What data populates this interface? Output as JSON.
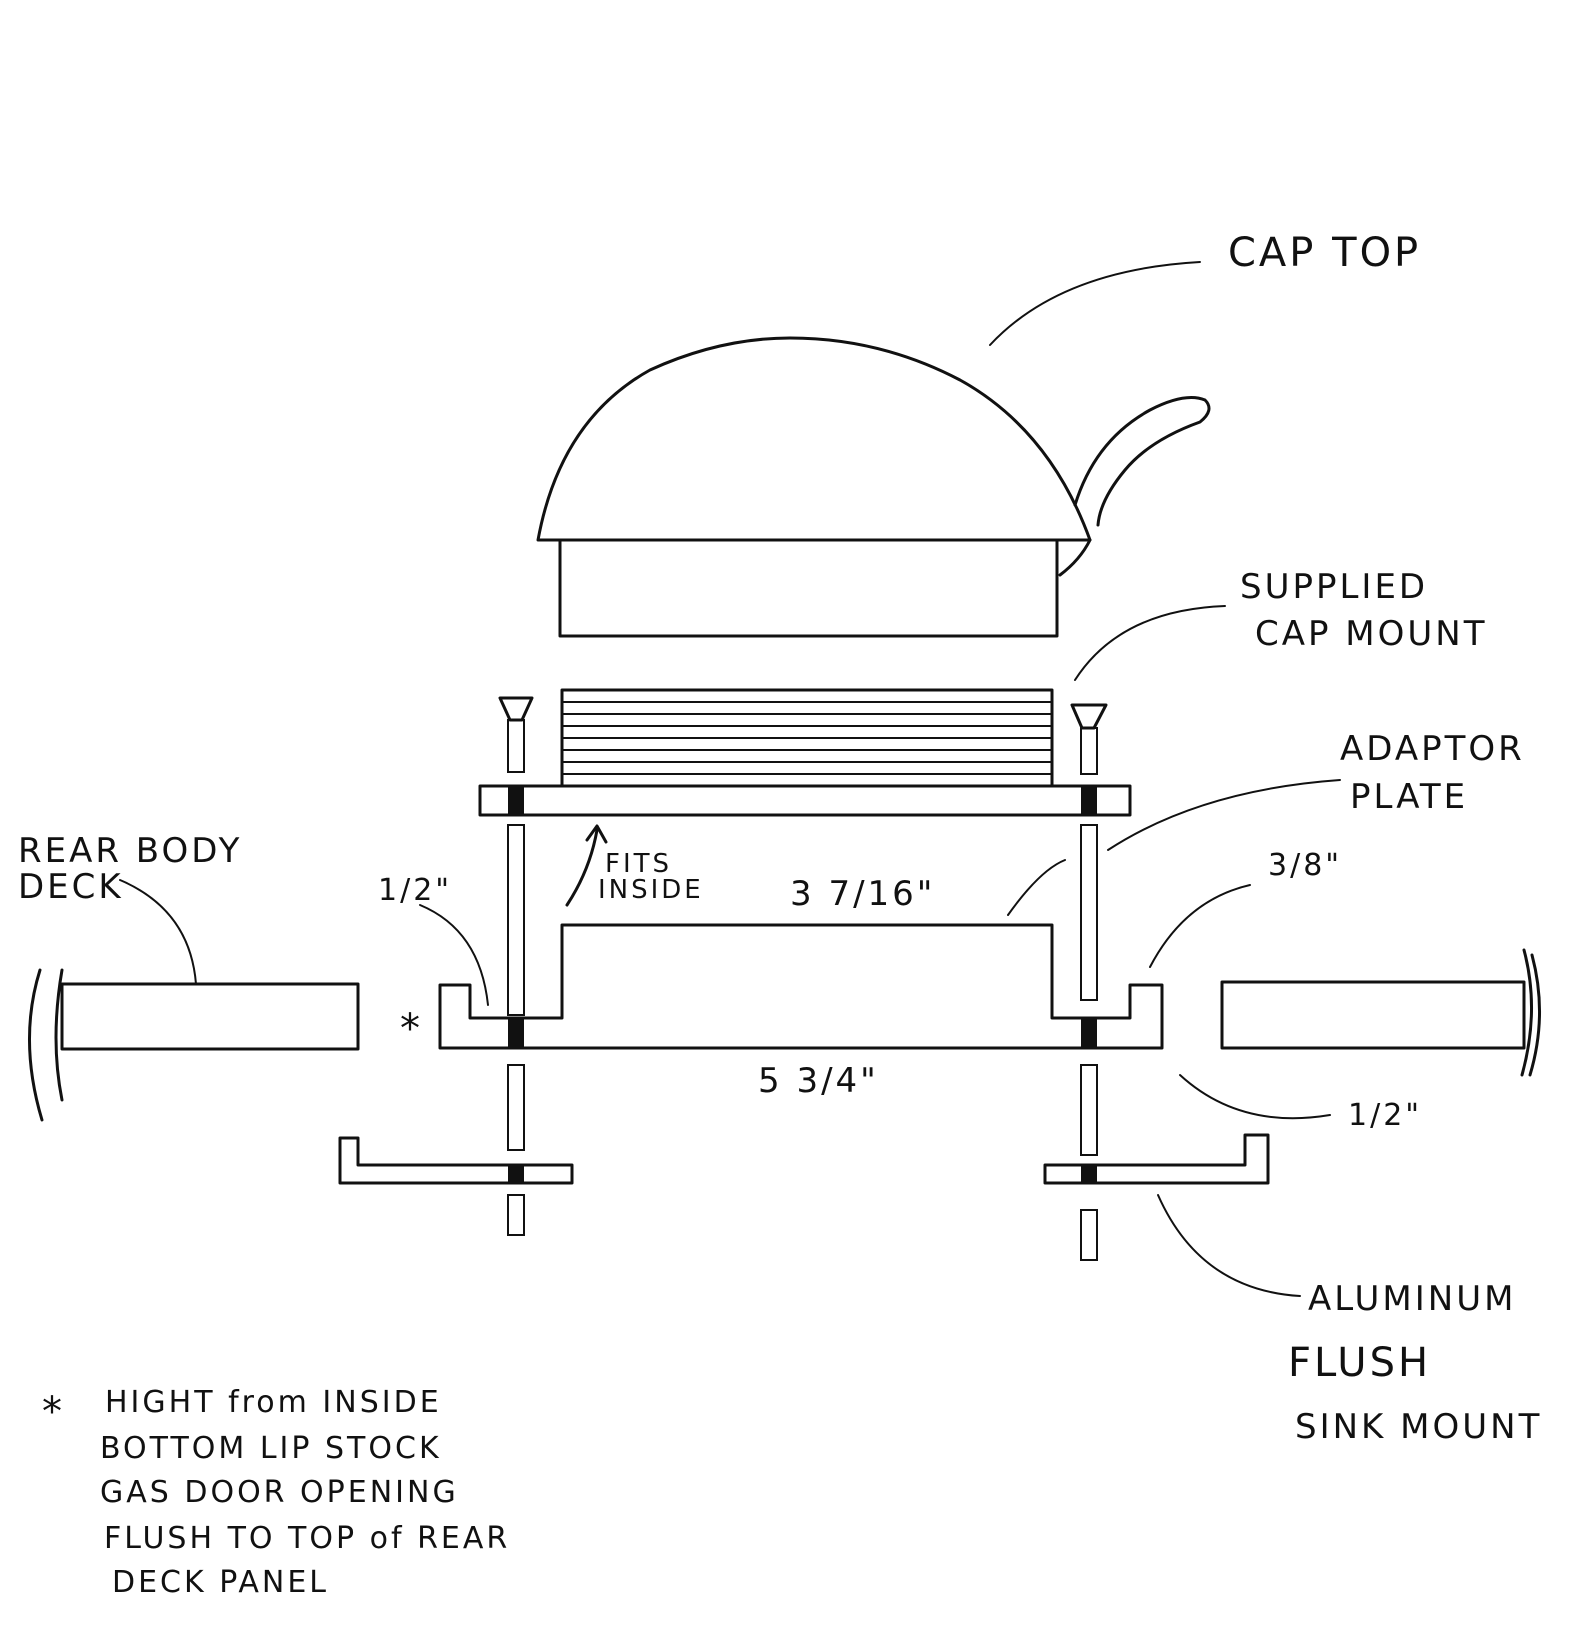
{
  "labels": {
    "cap_top": "CAP TOP",
    "supplied_cap_mount": [
      "SUPPLIED",
      "CAP MOUNT"
    ],
    "adaptor_plate": [
      "ADAPTOR",
      "PLATE"
    ],
    "rear_body_deck": [
      "REAR BODY",
      "DECK"
    ],
    "fits_inside": [
      "FITS",
      "INSIDE"
    ],
    "aluminum_flush_sink_mount": [
      "ALUMINUM",
      "FLUSH",
      "SINK MOUNT"
    ]
  },
  "dimensions": {
    "half_inch_left": "1/2\"",
    "inner_width": "3 7/16\"",
    "lip_right": "3/8\"",
    "outer_width": "5 3/4\"",
    "half_inch_right": "1/2\""
  },
  "asterisk": "*",
  "footnote": {
    "marker": "*",
    "lines": [
      "HIGHT from INSIDE",
      "BOTTOM LIP STOCK",
      "GAS DOOR OPENING",
      "FLUSH TO TOP of REAR",
      "DECK PANEL"
    ]
  },
  "colors": {
    "ink": "#111111",
    "paper": "#ffffff"
  }
}
